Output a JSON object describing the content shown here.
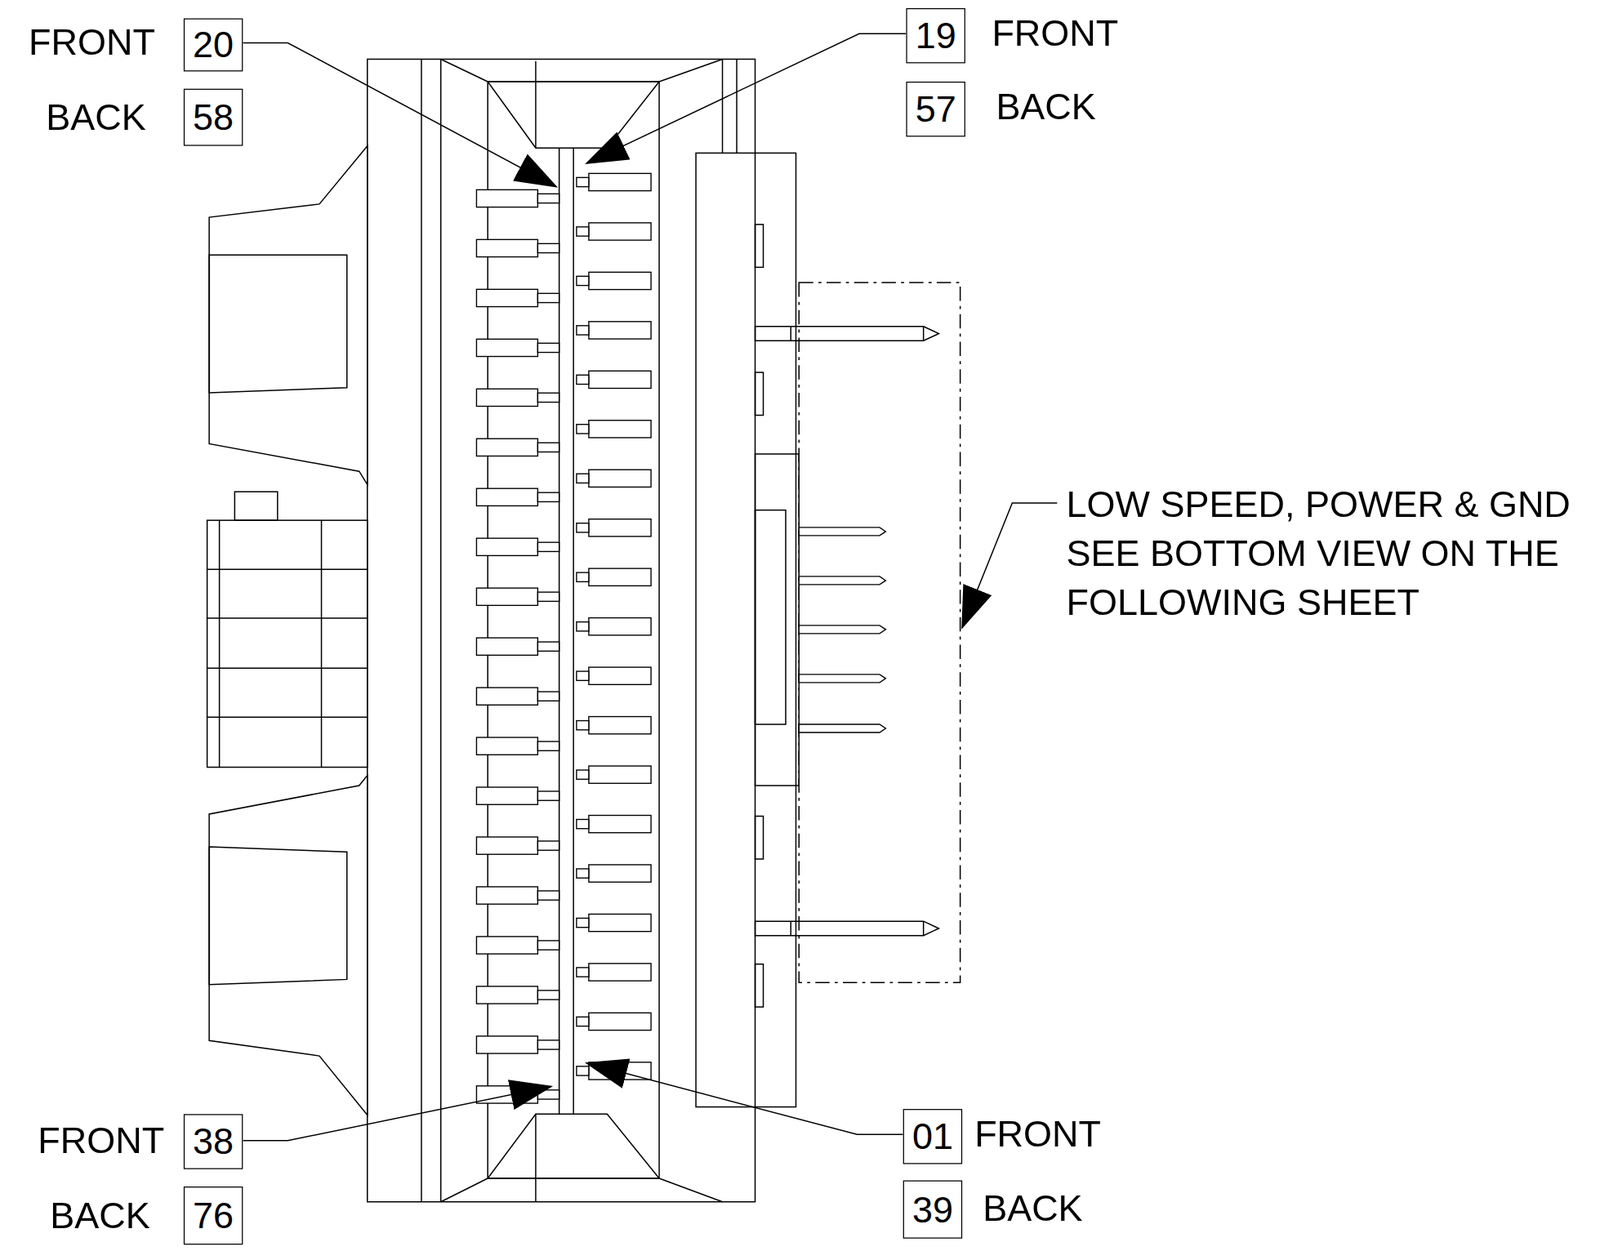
{
  "diagram": {
    "nodes": [
      {
        "text": [
          "20"
        ]
      },
      {
        "text": [
          "58"
        ]
      },
      {
        "text": [
          "19"
        ]
      },
      {
        "text": [
          "57"
        ]
      },
      {
        "text": [
          "38"
        ]
      },
      {
        "text": [
          "76"
        ]
      },
      {
        "text": [
          "01"
        ]
      },
      {
        "text": [
          "39"
        ]
      }
    ],
    "labels": [
      "FRONT",
      "BACK",
      "FRONT",
      "BACK",
      "LOW SPEED, POWER & GND SEE BOTTOM VIEW ON THE FOLLOWING SHEET",
      "FRONT",
      "BACK",
      "FRONT",
      "BACK"
    ]
  }
}
